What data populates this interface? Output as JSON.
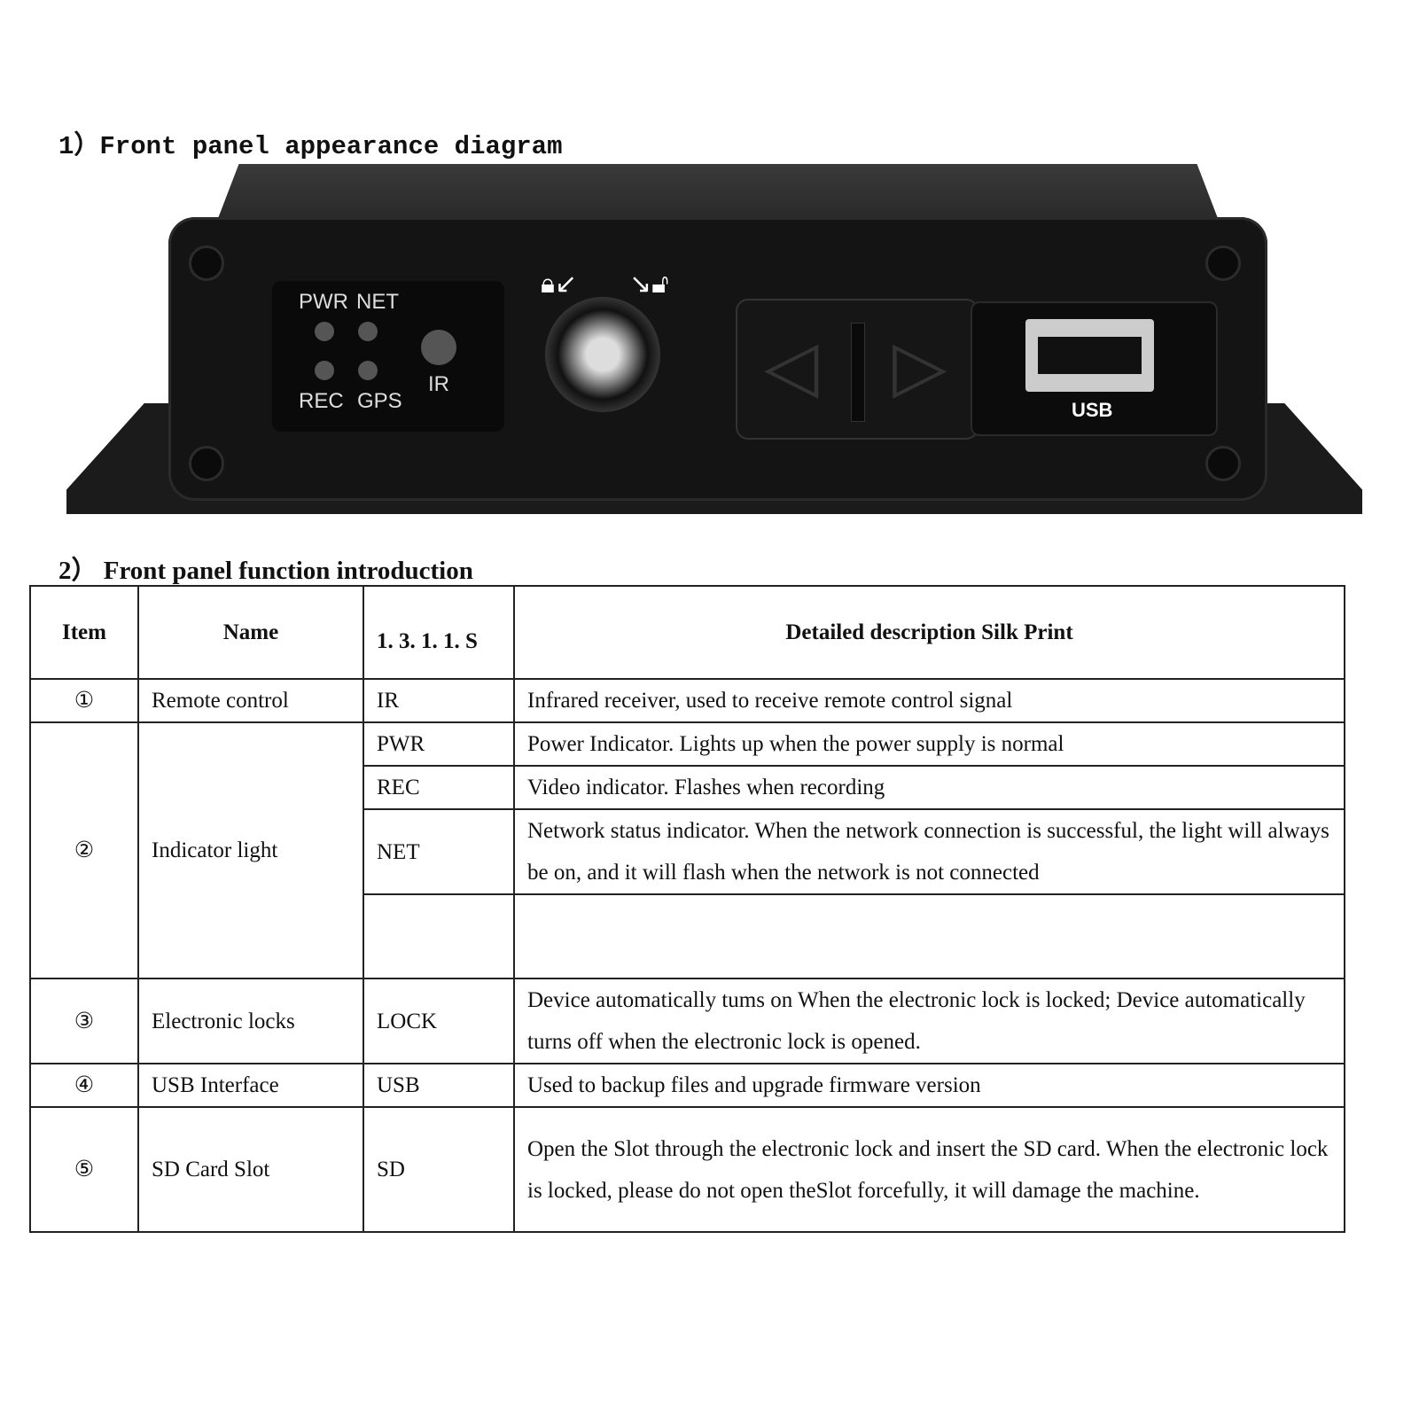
{
  "section1_title": "1）Front panel appearance diagram",
  "section2_title": "2） Front panel function introduction",
  "device": {
    "led_labels": {
      "pwr": "PWR",
      "net": "NET",
      "rec": "REC",
      "gps": "GPS",
      "ir": "IR"
    },
    "usb_label": "USB"
  },
  "table": {
    "headers": [
      "Item",
      "Name",
      "1. 3. 1. 1.   S",
      "Detailed description Silk Print"
    ],
    "rows": [
      {
        "item": "①",
        "name": "Remote control",
        "silk": "IR",
        "desc": "Infrared receiver, used to receive remote control signal"
      },
      {
        "item": "②",
        "name": "Indicator light",
        "sub": [
          {
            "silk": "PWR",
            "desc": "Power Indicator. Lights up when the power supply is normal"
          },
          {
            "silk": "REC",
            "desc": "Video indicator. Flashes when recording"
          },
          {
            "silk": "NET",
            "desc": "Network status indicator. When the network connection is successful, the light will always be on, and it will flash when the network is not connected"
          }
        ]
      },
      {
        "item": "③",
        "name": "Electronic locks",
        "silk": "LOCK",
        "desc": "Device automatically tums on When the electronic lock is locked;    Device automatically turns off when the electronic lock is opened."
      },
      {
        "item": "④",
        "name": "USB Interface",
        "silk": "USB",
        "desc": "Used to backup files and upgrade firmware version"
      },
      {
        "item": "⑤",
        "name": "SD Card Slot",
        "silk": "SD",
        "desc": "Open the Slot through the electronic lock and insert the SD card. When the electronic lock is locked, please do not open theSlot forcefully, it will damage the machine."
      }
    ]
  }
}
